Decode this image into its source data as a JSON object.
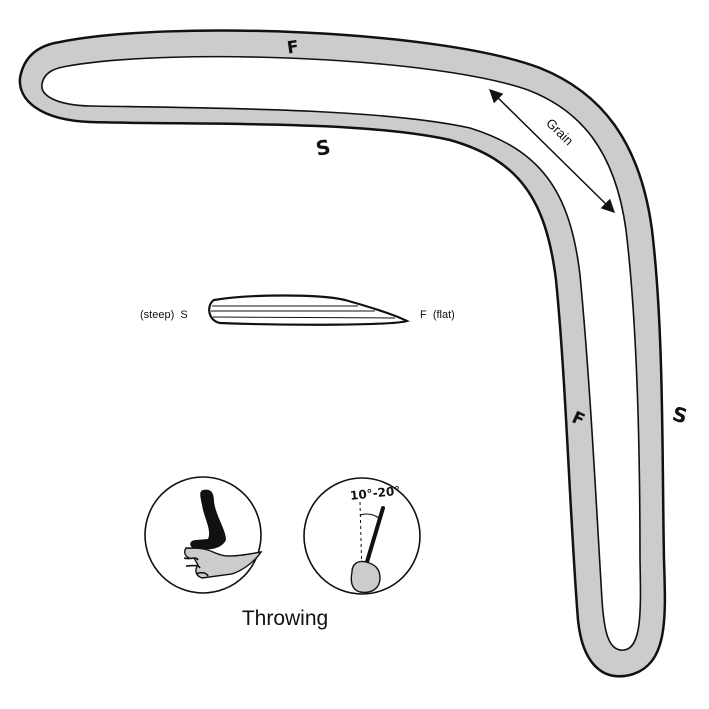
{
  "boomerang": {
    "edge_labels": {
      "top_left_arm_top": "F",
      "top_left_arm_bottom": "S",
      "right_arm_inner": "F",
      "right_arm_outer": "S"
    },
    "grain_label": "Grain"
  },
  "cross_section": {
    "left_label": "(steep)  S",
    "right_label": "F  (flat)"
  },
  "throwing": {
    "caption": "Throwing",
    "angle_label": "10°-20°"
  },
  "colors": {
    "boomerang_fill": "#cccccc",
    "outline": "#111111",
    "background": "#ffffff"
  }
}
